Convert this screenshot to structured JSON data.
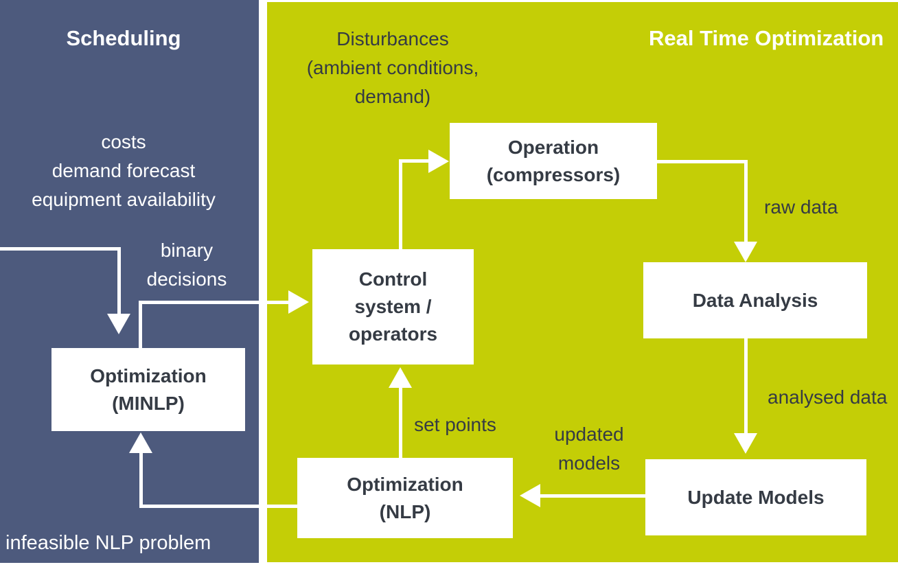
{
  "colors": {
    "left_panel_bg": "#4d5a7d",
    "right_panel_bg": "#c4ce06",
    "box_bg": "#ffffff",
    "box_text": "#353b44",
    "light_text": "#ffffff",
    "arrow": "#ffffff"
  },
  "left_panel": {
    "title": "Scheduling",
    "inputs_label": {
      "lines": [
        "costs",
        "demand forecast",
        "equipment availability"
      ]
    },
    "binary_label": {
      "lines": [
        "binary",
        "decisions"
      ]
    },
    "minlp_box": {
      "lines": [
        "Optimization",
        "(MINLP)"
      ]
    },
    "infeasible_label": "infeasible NLP problem"
  },
  "right_panel": {
    "title": "Real Time Optimization",
    "disturbances_label": {
      "lines": [
        "Disturbances",
        "(ambient conditions,",
        "demand)"
      ]
    },
    "operation_box": {
      "lines": [
        "Operation",
        "(compressors)"
      ]
    },
    "control_box": {
      "lines": [
        "Control",
        "system /",
        "operators"
      ]
    },
    "data_analysis_box": {
      "lines": [
        "Data Analysis"
      ]
    },
    "update_models_box": {
      "lines": [
        "Update Models"
      ]
    },
    "nlp_box": {
      "lines": [
        "Optimization",
        "(NLP)"
      ]
    },
    "raw_data_label": "raw data",
    "analysed_data_label": "analysed data",
    "set_points_label": "set points",
    "updated_models_label": {
      "lines": [
        "updated",
        "models"
      ]
    }
  }
}
